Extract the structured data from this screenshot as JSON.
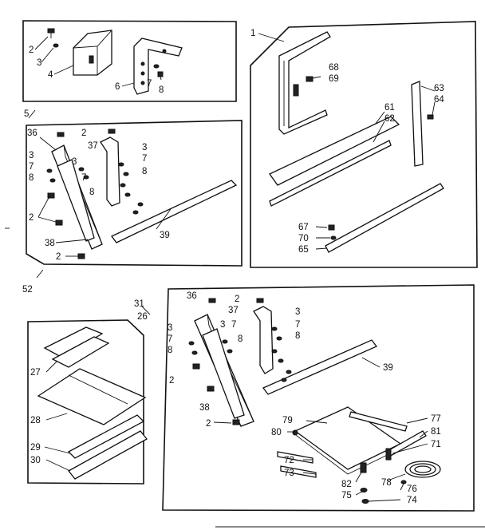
{
  "callouts": {
    "top_left": [
      "2",
      "3",
      "4",
      "6",
      "7",
      "8"
    ],
    "page_marks": [
      "5",
      "52",
      "31",
      "26",
      "1"
    ],
    "mid_left": [
      "36",
      "2",
      "37",
      "3",
      "7",
      "8",
      "3",
      "7",
      "8",
      "3",
      "7",
      "8",
      "2",
      "38",
      "2",
      "39"
    ],
    "top_right": [
      "68",
      "69",
      "63",
      "64",
      "61",
      "62",
      "67",
      "70",
      "65"
    ],
    "bottom_left": [
      "27",
      "28",
      "29",
      "30"
    ],
    "bottom_right": [
      "36",
      "2",
      "37",
      "3",
      "7",
      "8",
      "3",
      "7",
      "8",
      "3",
      "7",
      "8",
      "2",
      "38",
      "2",
      "39",
      "79",
      "80",
      "77",
      "81",
      "71",
      "72",
      "73",
      "82",
      "75",
      "78",
      "76",
      "74"
    ]
  },
  "chart_data": {
    "type": "exploded-parts-diagram",
    "part_numbers": [
      "1",
      "2",
      "3",
      "4",
      "5",
      "6",
      "7",
      "8",
      "26",
      "27",
      "28",
      "29",
      "30",
      "31",
      "36",
      "37",
      "38",
      "39",
      "52",
      "61",
      "62",
      "63",
      "64",
      "65",
      "67",
      "68",
      "69",
      "70",
      "71",
      "72",
      "73",
      "74",
      "75",
      "76",
      "77",
      "78",
      "79",
      "80",
      "81",
      "82"
    ]
  }
}
